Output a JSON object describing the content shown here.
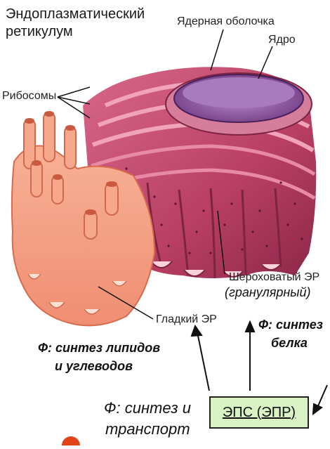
{
  "labels": {
    "title": "Эндоплазматический ретикулум",
    "nuclear_envelope": "Ядерная оболочка",
    "nucleus": "Ядро",
    "ribosomes": "Рибосомы",
    "rough_er": "Шероховатый ЭР",
    "granular": "(гранулярный)",
    "smooth_er": "Гладкий ЭР"
  },
  "functions": {
    "protein_line1": "Ф: синтез",
    "protein_line2": "белка",
    "lipids_line1": "Ф: синтез липидов",
    "lipids_line2": "и углеводов",
    "transport_line1": "Ф: синтез и",
    "transport_line2": "транспорт"
  },
  "box": {
    "label": "ЭПС (ЭПР)"
  },
  "colors": {
    "rough_er": "#c24a6e",
    "smooth_er": "#f4a488",
    "nucleus": "#8a4f9a",
    "box_fill": "#d9f2c4",
    "bullet": "#e0421a"
  }
}
